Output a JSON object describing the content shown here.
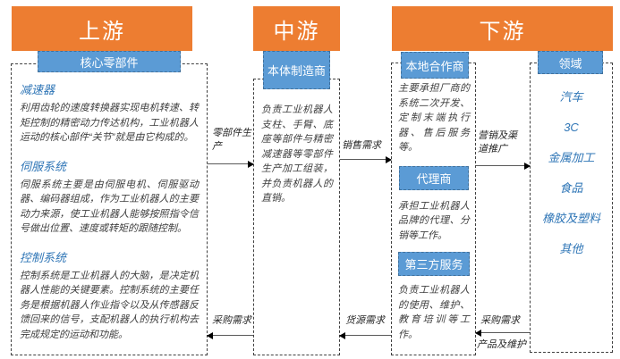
{
  "diagram": {
    "upstream": {
      "header": "上游",
      "subheader": "核心零部件",
      "sections": [
        {
          "title": "减速器",
          "body": "利用齿轮的速度转换器实现电机转速、转矩控制的精密动力传达机构，工业机器人运动的核心部件“关节”就是由它构成的。"
        },
        {
          "title": "伺服系统",
          "body": "伺服系统主要是由伺服电机、伺服驱动器、编码器组成，作为工业机器人的主要动力来源，使工业机器人能够按照指令信号做出位置、速度或转矩的跟随控制。"
        },
        {
          "title": "控制系统",
          "body": "控制系统是工业机器人的大脑，是决定机器人性能的关键要素。控制系统的主要任务是根据机器人作业指令以及从传感器反馈回来的信号，支配机器人的执行机构去完成规定的运动和功能。"
        }
      ]
    },
    "midstream": {
      "header": "中游",
      "subheader": "本体制造商",
      "body": "负责工业机器人支柱、手臂、底座等部件与精密减速器等零部件生产加工组装，并负责机器人的直销。"
    },
    "downstream": {
      "header": "下游",
      "partners": {
        "subheader": "本地合作商",
        "body": "主要承担厂商的系统二次开发、定制末端执行器、售后服务等。",
        "agent": {
          "label": "代理商",
          "body": "承担工业机器人品牌的代理、分销等工作。"
        },
        "third_party": {
          "label": "第三方服务",
          "body": "负责工业机器人的使用、维护、教育培训等工作。"
        }
      },
      "fields": {
        "subheader": "领域",
        "items": [
          "汽车",
          "3C",
          "金属加工",
          "食品",
          "橡胶及塑料",
          "其他"
        ]
      }
    },
    "arrows": {
      "parts_production": "零部件生产",
      "sales_demand": "销售需求",
      "marketing": "营销及渠道推广",
      "procurement_left": "采购需求",
      "supply_demand": "货源需求",
      "procurement_right": "采购需求",
      "products_maintenance": "产品及维护"
    },
    "colors": {
      "stage_header": "#ED7D31",
      "label_box": "#5B9BD5",
      "label_box_border": "#41719C",
      "title_text": "#2E75B6",
      "body_text": "#404040",
      "dashed_border": "#404040"
    }
  }
}
